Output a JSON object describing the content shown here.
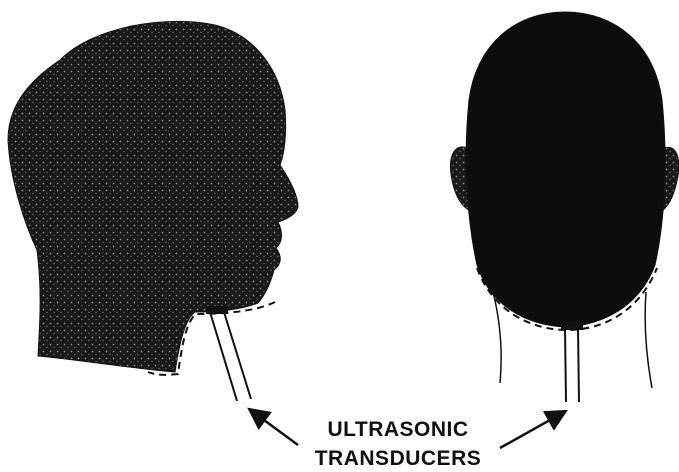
{
  "figure": {
    "label_line1": "ULTRASONIC",
    "label_line2": "TRANSDUCERS",
    "views": [
      "side-profile-head",
      "rear-head"
    ],
    "colors": {
      "ink": "#111111",
      "head_fill": "#1a1a1a",
      "speckle": "#8a8a8a",
      "background": "#ffffff"
    }
  }
}
